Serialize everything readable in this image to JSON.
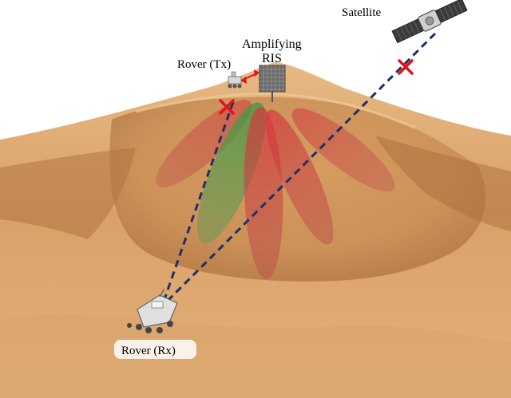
{
  "labels": {
    "satellite": "Satellite",
    "amplifying": "Amplifying",
    "ris": "RIS",
    "rover_tx": "Rover (Tx)",
    "rover_rx": "Rover (Rx)"
  },
  "colors": {
    "sky": "#ffffff",
    "sand_light": "#e2b27c",
    "sand_mid": "#d39c62",
    "sand_dark": "#a86c3a",
    "beam_red": "#c8353b",
    "beam_green": "#3f9a3f",
    "link_line": "#1f2f6b",
    "blocked_mark": "#e0141c",
    "ris_panel": "#6a6a6a"
  },
  "icons": [
    "satellite-icon",
    "rover-tx-icon",
    "rover-rx-icon",
    "ris-panel-icon",
    "blocked-x-icon"
  ]
}
